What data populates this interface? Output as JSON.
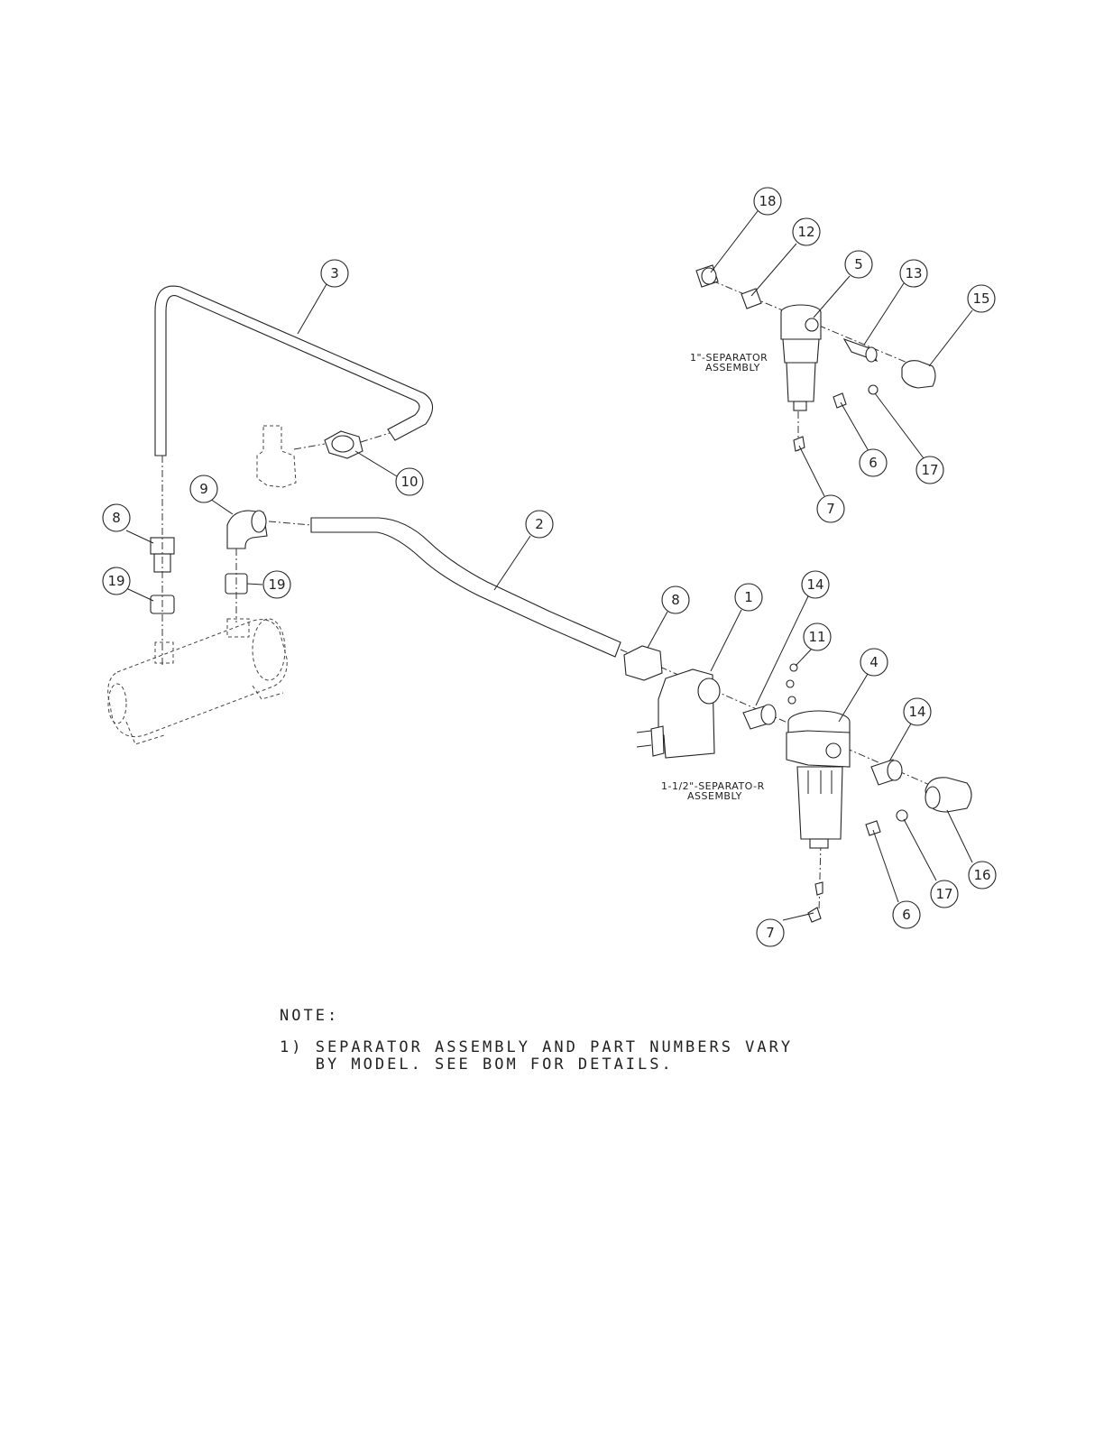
{
  "assembly_labels": {
    "small_line1": "1\"-SEPARATOR",
    "small_line2": "ASSEMBLY",
    "large_line1": "1-1/2\"-SEPARATO-R",
    "large_line2": "ASSEMBLY"
  },
  "balloons": {
    "b18": "18",
    "b12": "12",
    "b5": "5",
    "b13": "13",
    "b15": "15",
    "b6a": "6",
    "b17a": "17",
    "b7a": "7",
    "b3": "3",
    "b10": "10",
    "b9": "9",
    "b8a": "8",
    "b19a": "19",
    "b19b": "19",
    "b2": "2",
    "b8b": "8",
    "b1": "1",
    "b14a": "14",
    "b11": "11",
    "b4": "4",
    "b14b": "14",
    "b16": "16",
    "b17b": "17",
    "b6b": "6",
    "b7b": "7"
  },
  "notes": {
    "heading": "NOTE:",
    "line1": "1) SEPARATOR ASSEMBLY AND PART NUMBERS VARY",
    "line2": "   BY MODEL. SEE BOM FOR DETAILS."
  }
}
